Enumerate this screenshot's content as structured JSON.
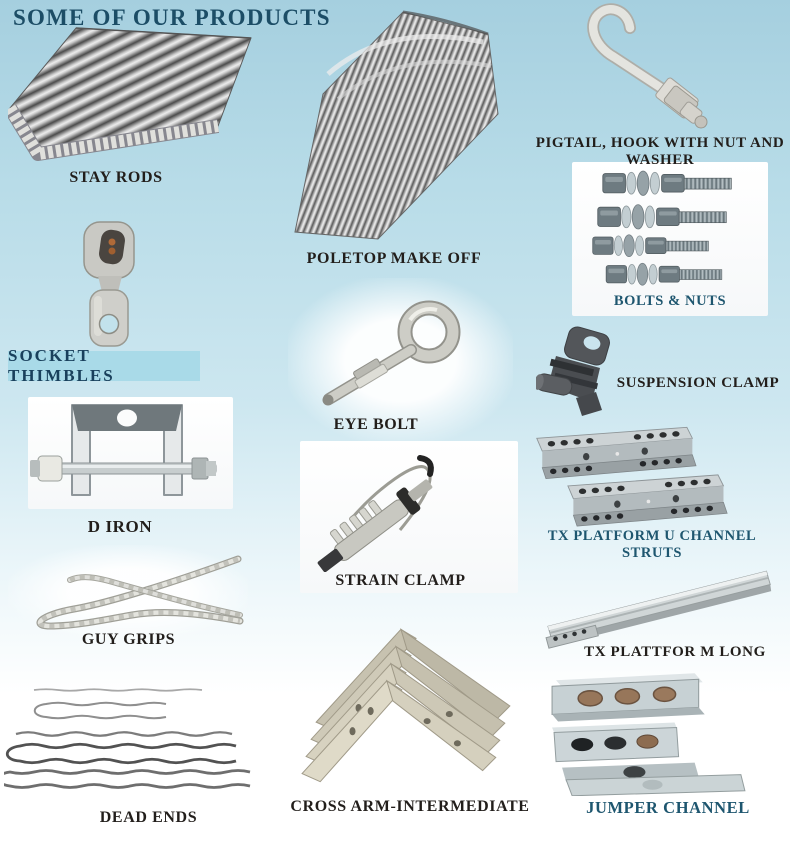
{
  "page": {
    "title": "SOME OF OUR PRODUCTS"
  },
  "colors": {
    "bg_top": "#a5cfdf",
    "bg_mid": "#cde7f0",
    "bg_bottom": "#ffffff",
    "title_color": "#1c4d66",
    "label_dark": "#221e1b",
    "label_teal": "#1e566f",
    "highlight_box": "#a9dae8"
  },
  "products": {
    "stay_rods": {
      "label": "STAY RODS"
    },
    "poletop_make_off": {
      "label": "POLETOP MAKE OFF"
    },
    "pigtail_hook": {
      "label": "PIGTAIL, HOOK WITH NUT AND WASHER"
    },
    "bolts_nuts": {
      "label": "BOLTS & NUTS"
    },
    "socket_thimbles": {
      "label": "SOCKET THIMBLES"
    },
    "eye_bolt": {
      "label": "EYE BOLT"
    },
    "suspension_clamp": {
      "label": "SUSPENSION CLAMP"
    },
    "d_iron": {
      "label": "D IRON"
    },
    "tx_platform_u_channel_struts": {
      "label": "TX PLATFORM U CHANNEL STRUTS"
    },
    "strain_clamp": {
      "label": "STRAIN CLAMP"
    },
    "guy_grips": {
      "label": "GUY GRIPS"
    },
    "tx_platform_long": {
      "label": "TX PLATTFOR M LONG"
    },
    "dead_ends": {
      "label": "DEAD ENDS"
    },
    "cross_arm_intermediate": {
      "label": "CROSS ARM-INTERMEDIATE"
    },
    "jumper_channel": {
      "label": "JUMPER CHANNEL"
    }
  }
}
